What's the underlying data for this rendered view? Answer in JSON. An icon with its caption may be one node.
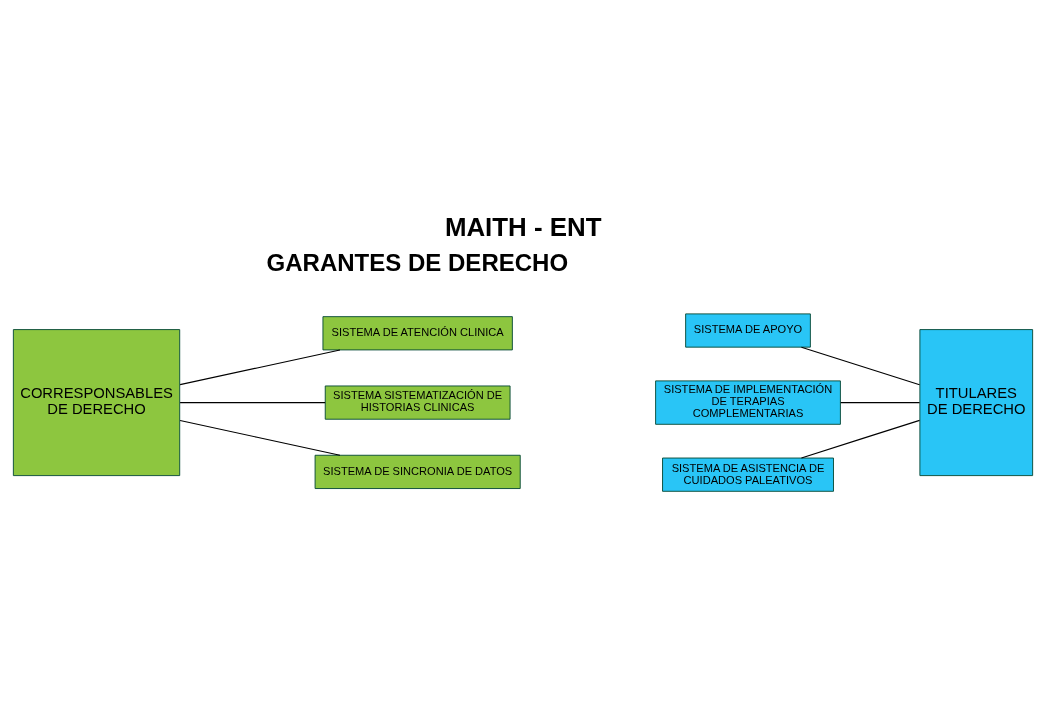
{
  "diagram": {
    "title": "MAITH - ENT",
    "nodes": [
      {
        "text": [
          "CORRESPONSABLES DE DERECHO"
        ]
      },
      {
        "text": [
          "SISTEMA DE ATENCIÓN CLINICA"
        ]
      },
      {
        "text": [
          "SISTEMA SISTEMATIZACIÓN DE HISTORIAS CLINICAS"
        ]
      },
      {
        "text": [
          "SISTEMA DE SINCRONIA DE DATOS"
        ]
      },
      {
        "text": [
          "SISTEMA DE APOYO"
        ]
      },
      {
        "text": [
          "SISTEMA DE IMPLEMENTACIÓN DE TERAPIAS COMPLEMENTARIAS"
        ]
      },
      {
        "text": [
          "SISTEMA DE ASISTENCIA DE CUIDADOS PALEATIVOS"
        ]
      },
      {
        "text": [
          "TITULARES DE DERECHO"
        ]
      }
    ],
    "edges": [
      {
        "from": 0,
        "to": 1,
        "arrow": "none"
      },
      {
        "from": 0,
        "to": 2,
        "arrow": "none"
      },
      {
        "from": 0,
        "to": 3,
        "arrow": "none"
      },
      {
        "from": 4,
        "to": 7,
        "arrow": "none"
      },
      {
        "from": 5,
        "to": 7,
        "arrow": "none"
      },
      {
        "from": 6,
        "to": 7,
        "arrow": "none"
      }
    ],
    "labels": [
      "GARANTES DE DERECHO"
    ]
  }
}
